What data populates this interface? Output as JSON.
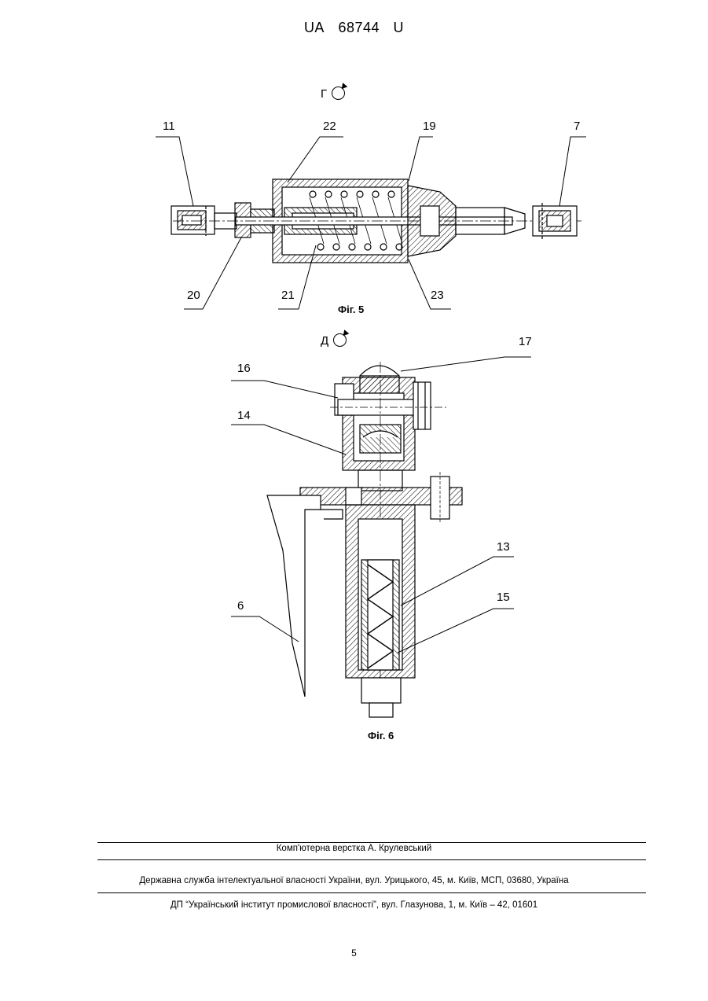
{
  "header": {
    "code": "UA",
    "number": "68744",
    "kind": "U"
  },
  "figure5": {
    "view_label": "Г",
    "caption": "Фіг. 5",
    "callouts": [
      "11",
      "22",
      "19",
      "7",
      "20",
      "21",
      "23"
    ]
  },
  "figure6": {
    "view_label": "Д",
    "caption": "Фіг. 6",
    "callouts": [
      "17",
      "16",
      "14",
      "13",
      "15",
      "6"
    ]
  },
  "footer": {
    "typesetter": "Комп'ютерна верстка А. Крулевський",
    "agency": "Державна служба інтелектуальної власності України, вул. Урицького, 45, м. Київ, МСП, 03680, Україна",
    "institute": "ДП “Український інститут промислової власності”, вул. Глазунова, 1, м. Київ – 42, 01601"
  },
  "page_number": "5"
}
